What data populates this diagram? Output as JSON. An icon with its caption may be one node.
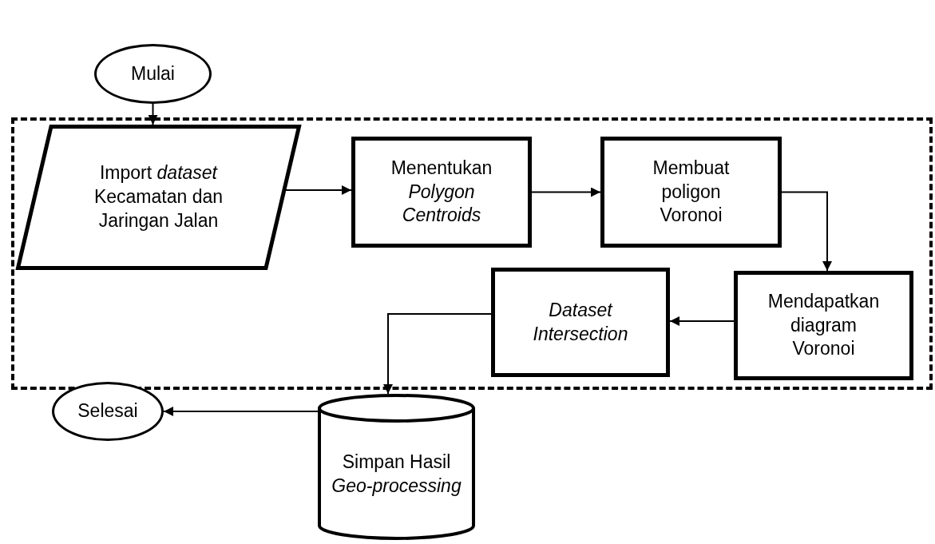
{
  "diagram": {
    "nodes": [
      {
        "text": [
          "Mulai"
        ]
      },
      {
        "text": [],
        "shape": "box"
      },
      {
        "text": [
          "Import *dataset* Kecamatan dan Jaringan Jalan"
        ],
        "in": 1
      },
      {
        "text": [
          "Menentukan *Polygon Centroids*"
        ],
        "in": 1
      },
      {
        "text": [
          "Membuat poligon Voronoi"
        ],
        "in": 1
      },
      {
        "text": [
          "Mendapatkan diagram Voronoi"
        ],
        "in": 1
      },
      {
        "text": [
          "Dataset Intersection"
        ],
        "in": 1
      },
      {
        "text": [
          "Simpan Hasil *Geo-processing*"
        ]
      },
      {
        "text": [
          "Selesai"
        ]
      }
    ],
    "edges": [
      {
        "from": 0,
        "to": 2,
        "arrow": "to"
      },
      {
        "from": 2,
        "to": 3,
        "arrow": "to"
      },
      {
        "from": 3,
        "to": 4,
        "arrow": "to"
      },
      {
        "from": 4,
        "to": 5,
        "arrow": "to"
      },
      {
        "from": 5,
        "to": 6,
        "arrow": "to"
      },
      {
        "from": 6,
        "to": 7,
        "arrow": "to"
      },
      {
        "from": 7,
        "to": 8,
        "arrow": "to"
      }
    ]
  }
}
